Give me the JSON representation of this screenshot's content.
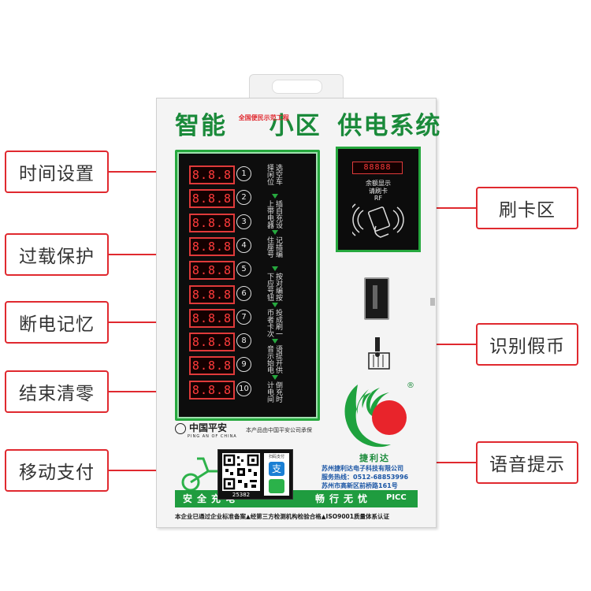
{
  "title": {
    "main_left": "智能",
    "main_mid": "小区",
    "main_right": "供电系统",
    "tag": "全国便民示范工程"
  },
  "callouts": {
    "time": "时间设置",
    "overload": "过载保护",
    "memory": "断电记忆",
    "reset": "结束清零",
    "mobile_pay": "移动支付",
    "card_area": "刷卡区",
    "coin_detect": "识别假币",
    "voice": "语音提示"
  },
  "channels": [
    {
      "display": "8.8.8",
      "number": "1"
    },
    {
      "display": "8.8.8",
      "number": "2"
    },
    {
      "display": "8.8.8",
      "number": "3"
    },
    {
      "display": "8.8.8",
      "number": "4"
    },
    {
      "display": "8.8.8",
      "number": "5"
    },
    {
      "display": "8.8.8",
      "number": "6"
    },
    {
      "display": "8.8.8",
      "number": "7"
    },
    {
      "display": "8.8.8",
      "number": "8"
    },
    {
      "display": "8.8.8",
      "number": "9"
    },
    {
      "display": "8.8.8",
      "number": "10"
    }
  ],
  "instructions": [
    "选空车",
    "择闲位",
    "插自充设",
    "上带电器",
    "记插编",
    "住座号",
    "按对编按",
    "下应号钮",
    "投成刷一",
    "币者卡次",
    "语提开供",
    "音示始电",
    "倒充时",
    "计电间"
  ],
  "brand": {
    "ping_an": "中国平安",
    "ping_an_en": "PING AN OF CHINA",
    "insured_note": "本产品由中国平安公司承保"
  },
  "rf_panel": {
    "display": "88888",
    "line1": "余额显示",
    "line2": "请刷卡",
    "line3": "RF"
  },
  "company": {
    "name": "捷利达",
    "full_name": "苏州捷利达电子科技有限公司",
    "hotline_label": "服务热线：",
    "hotline": "0512-68853996",
    "address": "苏州市高新区前桥路161号",
    "registered": "®"
  },
  "qr": {
    "code_id": "25382",
    "scan_label": "扫码支付"
  },
  "bottom_band": {
    "left": "安全充电",
    "right": "畅行无忧",
    "picc": "PICC"
  },
  "footer_note": "本企业已通过企业标准备案▲经第三方检测机构检验合格▲ISO9001质量体系认证",
  "colors": {
    "brand_green": "#1a8a3a",
    "accent_red": "#e0292f",
    "led_red": "#ff3b3b",
    "panel_black": "#0d0d0d"
  }
}
